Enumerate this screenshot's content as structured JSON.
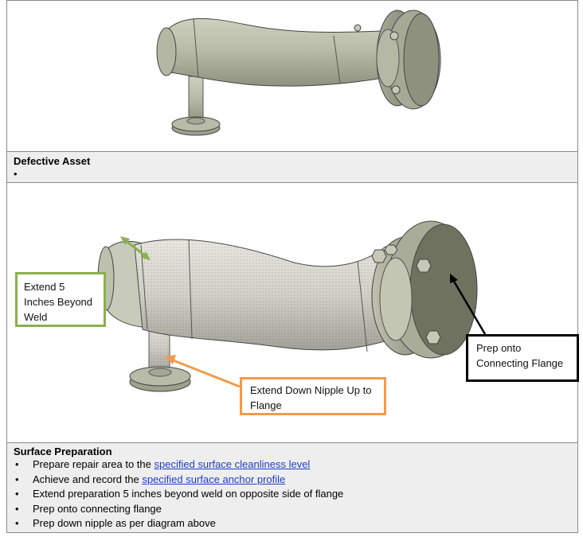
{
  "section_defective": {
    "heading": "Defective Asset",
    "bullet": "•"
  },
  "callouts": {
    "extend_weld": "Extend 5 Inches Beyond Weld",
    "extend_nipple": "Extend Down Nipple Up to Flange",
    "prep_flange": "Prep onto Connecting Flange"
  },
  "section_surface": {
    "heading": "Surface Preparation",
    "bullet_symbol": "•",
    "items": [
      {
        "prefix": "Prepare repair area to the ",
        "link": "specified surface cleanliness level"
      },
      {
        "prefix": "Achieve and record the ",
        "link": "specified surface anchor profile"
      },
      {
        "prefix": "Extend preparation 5 inches beyond weld on opposite side of flange",
        "link": ""
      },
      {
        "prefix": "Prep onto connecting flange",
        "link": ""
      },
      {
        "prefix": "Prep down nipple as per diagram above",
        "link": ""
      }
    ]
  },
  "colors": {
    "pipe_plain": "#b7baa6",
    "pipe_textured": "#cfcfc6",
    "callout_green": "#8ab04f",
    "callout_orange": "#f29a4c",
    "callout_black": "#000000",
    "link": "#1f3ec9"
  }
}
